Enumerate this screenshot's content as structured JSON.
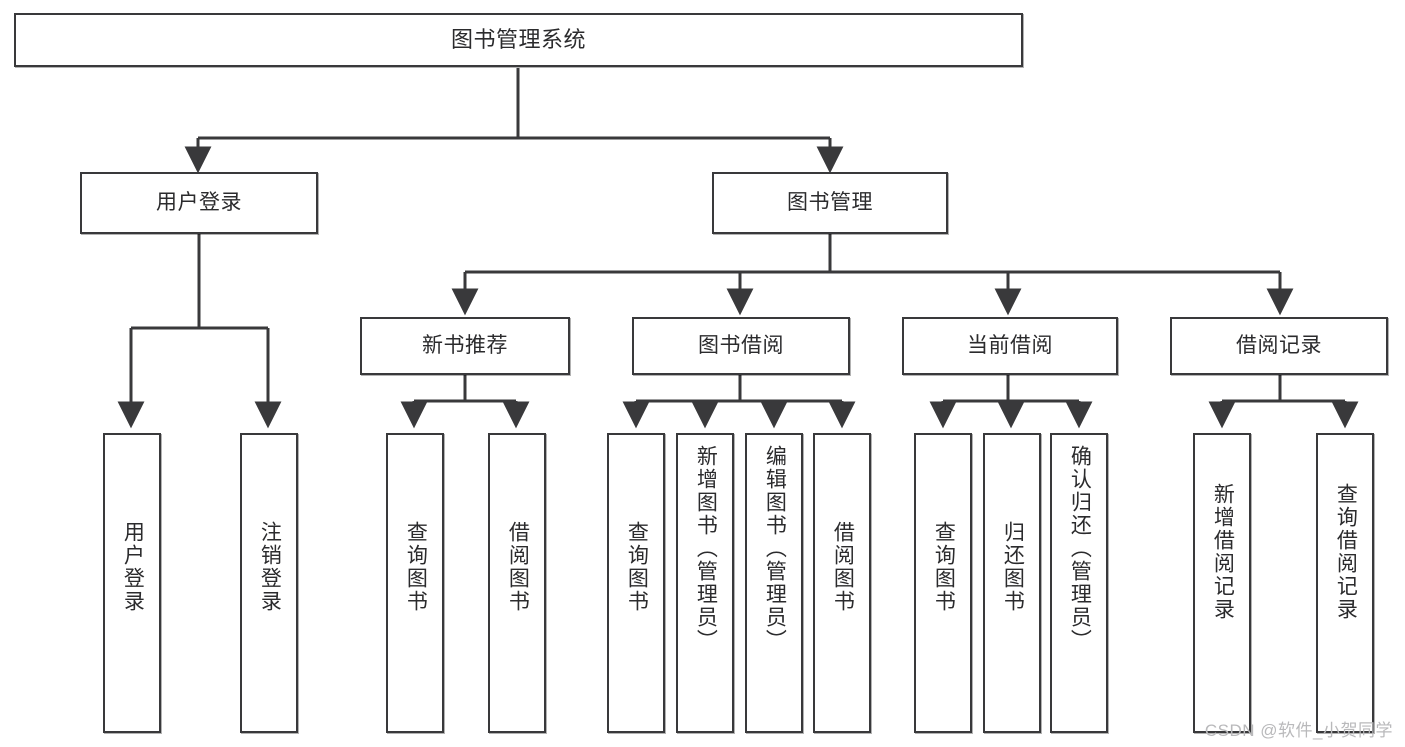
{
  "diagram": {
    "title": "图书管理系统",
    "type": "functional-structure-tree",
    "orientation": "top-down",
    "watermark": "CSDN @软件_小贺同学",
    "colors": {
      "box_border": "#39393b",
      "box_fill": "#ffffff",
      "connector": "#39393b",
      "text": "#2b2b2d",
      "watermark": "#b9b9bb",
      "page_background": "#ffffff"
    },
    "levels": {
      "root": 1,
      "modules": 2,
      "submodules": 3,
      "functions": 4
    }
  },
  "nodes": {
    "root": {
      "label": "图书管理系统"
    },
    "level2": [
      {
        "id": "user-login",
        "label": "用户登录"
      },
      {
        "id": "book-management",
        "label": "图书管理"
      }
    ],
    "level3": [
      {
        "id": "new-book-recommend",
        "label": "新书推荐",
        "parent": "book-management"
      },
      {
        "id": "book-borrow",
        "label": "图书借阅",
        "parent": "book-management"
      },
      {
        "id": "current-borrow",
        "label": "当前借阅",
        "parent": "book-management"
      },
      {
        "id": "borrow-record",
        "label": "借阅记录",
        "parent": "book-management"
      }
    ],
    "leaves": [
      {
        "id": "login",
        "label": "用户登录",
        "parent": "user-login"
      },
      {
        "id": "logout",
        "label": "注销登录",
        "parent": "user-login"
      },
      {
        "id": "query-book-1",
        "label": "查询图书",
        "parent": "new-book-recommend"
      },
      {
        "id": "borrow-book-1",
        "label": "借阅图书",
        "parent": "new-book-recommend"
      },
      {
        "id": "query-book-2",
        "label": "查询图书",
        "parent": "book-borrow"
      },
      {
        "id": "add-book",
        "label": "新增图书（管理员）",
        "parent": "book-borrow"
      },
      {
        "id": "edit-book",
        "label": "编辑图书（管理员）",
        "parent": "book-borrow"
      },
      {
        "id": "borrow-book-2",
        "label": "借阅图书",
        "parent": "book-borrow"
      },
      {
        "id": "query-book-3",
        "label": "查询图书",
        "parent": "current-borrow"
      },
      {
        "id": "return-book",
        "label": "归还图书",
        "parent": "current-borrow"
      },
      {
        "id": "confirm-return",
        "label": "确认归还（管理员）",
        "parent": "current-borrow"
      },
      {
        "id": "add-borrow-record",
        "label": "新增借阅记录",
        "parent": "borrow-record"
      },
      {
        "id": "query-borrow-record",
        "label": "查询借阅记录",
        "parent": "borrow-record"
      }
    ]
  }
}
